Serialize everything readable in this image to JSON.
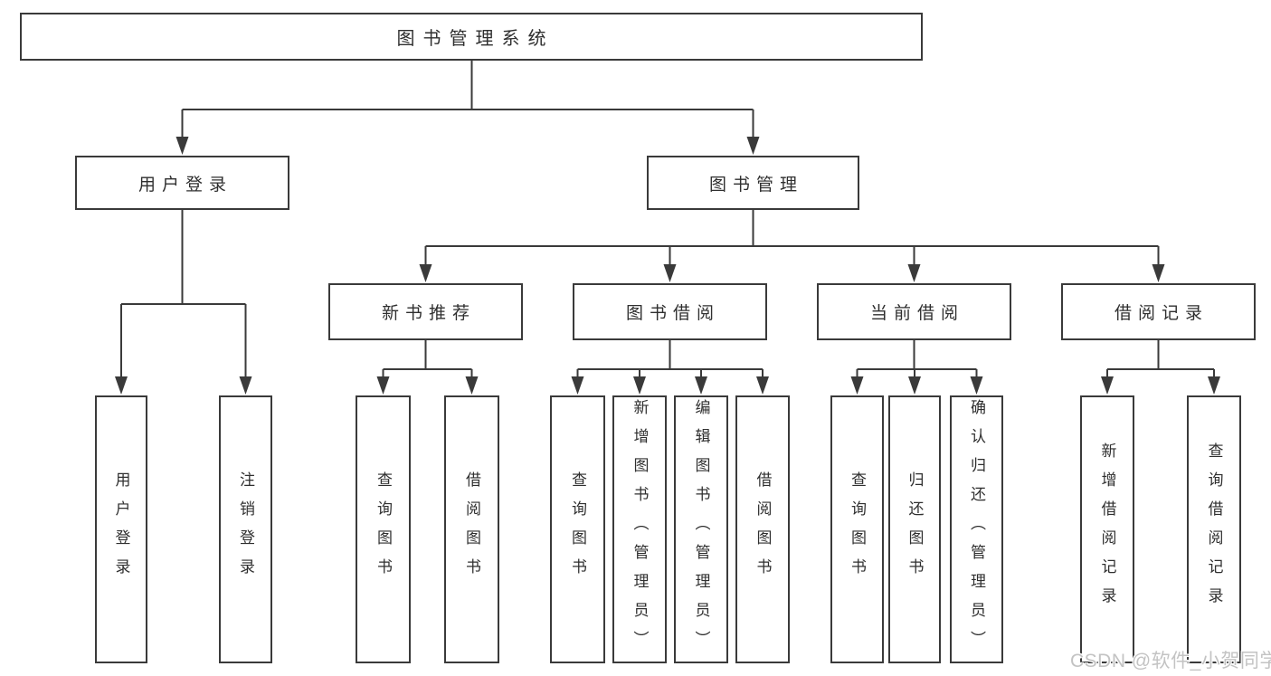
{
  "diagram": {
    "root": {
      "label": "图书管理系统"
    },
    "level2": [
      {
        "label": "用户登录"
      },
      {
        "label": "图书管理"
      }
    ],
    "level3": [
      {
        "label": "新书推荐"
      },
      {
        "label": "图书借阅"
      },
      {
        "label": "当前借阅"
      },
      {
        "label": "借阅记录"
      }
    ],
    "leaves": [
      {
        "label": "用户登录"
      },
      {
        "label": "注销登录"
      },
      {
        "label": "查询图书"
      },
      {
        "label": "借阅图书"
      },
      {
        "label": "查询图书"
      },
      {
        "label": "新增图书（管理员）"
      },
      {
        "label": "编辑图书（管理员）"
      },
      {
        "label": "借阅图书"
      },
      {
        "label": "查询图书"
      },
      {
        "label": "归还图书"
      },
      {
        "label": "确认归还（管理员）"
      },
      {
        "label": "新增借阅记录"
      },
      {
        "label": "查询借阅记录"
      }
    ]
  },
  "watermark": {
    "text": "CSDN @软件_小贺同学"
  },
  "colors": {
    "line": "#3a3a3a",
    "box_border": "#3a3a3a",
    "box_background": "#ffffff",
    "text": "#2f2f2f",
    "watermark": "#c3c3c3",
    "page_background": "#ffffff"
  }
}
